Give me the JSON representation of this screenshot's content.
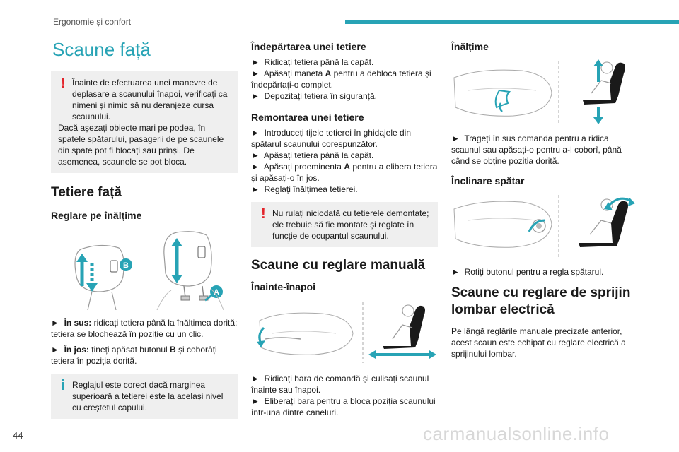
{
  "header": {
    "section": "Ergonomie și confort"
  },
  "page_number": "44",
  "watermark": "carmanualsonline.info",
  "col1": {
    "title": "Scaune față",
    "warning1": "Înainte de efectuarea unei manevre de deplasare a scaunului înapoi, verificați ca nimeni și nimic să nu deranjeze cursa scaunului.",
    "warning1b": "Dacă așezați obiecte mari pe podea, în spatele spătarului, pasagerii de pe scaunele din spate pot fi blocați sau prinși. De asemenea, scaunele se pot bloca.",
    "headrests_title": "Tetiere față",
    "height_adj_title": "Reglare pe înălțime",
    "label_b": "B",
    "label_a": "A",
    "up_bold": "În sus:",
    "up_text": " ridicați tetiera până la înălțimea dorită; tetiera se blochează în poziție cu un clic.",
    "down_bold": "În jos:",
    "down_text1": " țineți apăsat butonul ",
    "down_btn": "B",
    "down_text2": " și coborâți tetiera în poziția dorită.",
    "info1": "Reglajul este corect dacă marginea superioară a tetierei este la același nivel cu creștetul capului."
  },
  "col2": {
    "removal_title": "Îndepărtarea unei tetiere",
    "removal_1": "Ridicați tetiera până la capăt.",
    "removal_2a": "Apăsați maneta ",
    "removal_2b": "A",
    "removal_2c": " pentru a debloca tetiera și îndepărtați-o complet.",
    "removal_3": "Depozitați tetiera în siguranță.",
    "refit_title": "Remontarea unei tetiere",
    "refit_1": "Introduceți tijele tetierei în ghidajele din spătarul scaunului corespunzător.",
    "refit_2": "Apăsați tetiera până la capăt.",
    "refit_3a": "Apăsați proeminenta ",
    "refit_3b": "A",
    "refit_3c": " pentru a elibera tetiera și apăsați-o în jos.",
    "refit_4": "Reglați înălțimea tetierei.",
    "warning2": "Nu rulați niciodată cu tetierele demontate; ele trebuie să fie montate și reglate în funcție de ocupantul scaunului.",
    "manual_title": "Scaune cu reglare manuală",
    "fwd_title": "Înainte-înapoi",
    "fwd_1": "Ridicați bara de comandă și culisați scaunul înainte sau înapoi.",
    "fwd_2": "Eliberați bara pentru a bloca poziția scaunului într-una dintre caneluri."
  },
  "col3": {
    "height_title": "Înălțime",
    "height_1": "Trageți în sus comanda pentru a ridica scaunul sau apăsați-o pentru a-l coborî, până când se obține poziția dorită.",
    "recline_title": "Înclinare spătar",
    "recline_1": "Rotiți butonul pentru a regla spătarul.",
    "lumbar_title": "Scaune cu reglare de sprijin lombar electrică",
    "lumbar_1": "Pe lângă reglările manuale precizate anterior, acest scaun este echipat cu reglare electrică a sprijinului lombar."
  },
  "bullet": "►",
  "colors": {
    "accent": "#27a3b5",
    "warning": "#e3242b",
    "note_bg": "#efefef"
  },
  "icons": {
    "warning": "exclamation-icon",
    "info": "info-icon"
  }
}
